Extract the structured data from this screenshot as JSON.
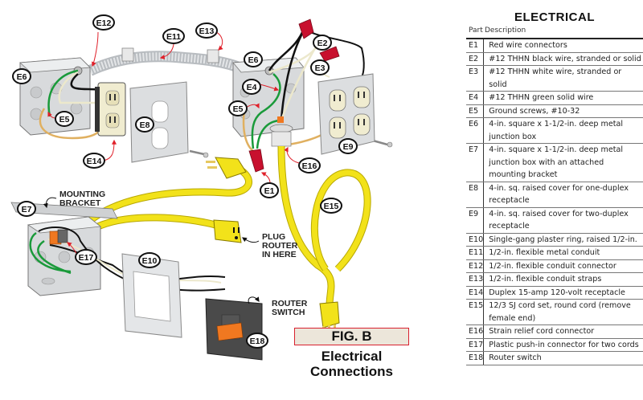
{
  "figure": {
    "label": "FIG. B",
    "subtitle_line1": "Electrical",
    "subtitle_line2": "Connections",
    "accent_color": "#d8202e",
    "box_fill": "#ece6da"
  },
  "callouts": {
    "e1": "E1",
    "e2": "E2",
    "e3": "E3",
    "e4": "E4",
    "e5a": "E5",
    "e5b": "E5",
    "e6a": "E6",
    "e6b": "E6",
    "e7": "E7",
    "e8": "E8",
    "e9": "E9",
    "e10": "E10",
    "e11": "E11",
    "e12": "E12",
    "e13": "E13",
    "e14": "E14",
    "e15": "E15",
    "e16": "E16",
    "e17": "E17",
    "e18": "E18"
  },
  "notes": {
    "mounting_bracket_1": "MOUNTING",
    "mounting_bracket_2": "BRACKET",
    "plug_router_1": "PLUG",
    "plug_router_2": "ROUTER",
    "plug_router_3": "IN HERE",
    "router_switch_1": "ROUTER",
    "router_switch_2": "SWITCH"
  },
  "colors": {
    "cord_yellow": "#f2e21a",
    "wire_green": "#1a9a3a",
    "wire_black": "#111111",
    "wire_white": "#ece8cc",
    "wire_tan": "#e0b060",
    "connector_red": "#c8102e",
    "connector_orange": "#f07820",
    "arrow_red": "#e0202a",
    "metal_gray": "#d8dadc",
    "switch_plate": "#4a4a4a"
  },
  "parts_list": {
    "title": "ELECTRICAL",
    "col_part": "Part",
    "col_description": "Description",
    "rows": [
      {
        "part": "E1",
        "description": "Red wire connectors"
      },
      {
        "part": "E2",
        "description": "#12 THHN black wire, stranded or solid"
      },
      {
        "part": "E3",
        "description": "#12 THHN white wire, stranded or solid"
      },
      {
        "part": "E4",
        "description": "#12 THHN green solid wire"
      },
      {
        "part": "E5",
        "description": "Ground screws, #10-32"
      },
      {
        "part": "E6",
        "description": "4-in. square x 1-1/2-in. deep metal junction box"
      },
      {
        "part": "E7",
        "description": "4-in. square x 1-1/2-in. deep metal junction box with an attached mounting bracket"
      },
      {
        "part": "E8",
        "description": "4-in. sq. raised cover for one-duplex receptacle"
      },
      {
        "part": "E9",
        "description": "4-in. sq. raised cover for two-duplex receptacle"
      },
      {
        "part": "E10",
        "description": "Single-gang plaster ring, raised 1/2-in."
      },
      {
        "part": "E11",
        "description": "1/2-in. flexible metal conduit"
      },
      {
        "part": "E12",
        "description": "1/2-in. flexible conduit connector"
      },
      {
        "part": "E13",
        "description": "1/2-in. flexible conduit straps"
      },
      {
        "part": "E14",
        "description": "Duplex 15-amp 120-volt receptacle"
      },
      {
        "part": "E15",
        "description": "12/3 SJ cord set, round cord (remove female end)"
      },
      {
        "part": "E16",
        "description": "Strain relief cord connector"
      },
      {
        "part": "E17",
        "description": "Plastic push-in connector for two cords"
      },
      {
        "part": "E18",
        "description": "Router switch"
      }
    ]
  }
}
